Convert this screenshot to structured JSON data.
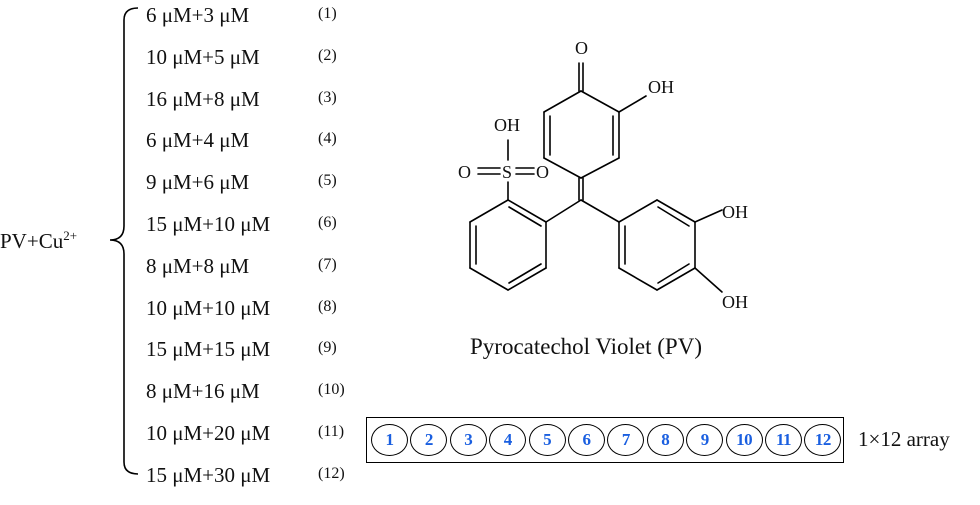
{
  "prefix": {
    "text": "PV+Cu",
    "sup": "2+"
  },
  "rows": [
    {
      "conc": "6 μM+3 μM",
      "num": "(1)"
    },
    {
      "conc": "10 μM+5 μM",
      "num": "(2)"
    },
    {
      "conc": "16 μM+8 μM",
      "num": "(3)"
    },
    {
      "conc": "6 μM+4 μM",
      "num": "(4)"
    },
    {
      "conc": "9 μM+6 μM",
      "num": "(5)"
    },
    {
      "conc": "15 μM+10 μM",
      "num": "(6)"
    },
    {
      "conc": "8 μM+8 μM",
      "num": "(7)"
    },
    {
      "conc": "10 μM+10 μM",
      "num": "(8)"
    },
    {
      "conc": "15 μM+15 μM",
      "num": "(9)"
    },
    {
      "conc": "8 μM+16 μM",
      "num": "(10)"
    },
    {
      "conc": "10 μM+20 μM",
      "num": "(11)"
    },
    {
      "conc": "15 μM+30 μM",
      "num": "(12)"
    }
  ],
  "molecule": {
    "name": "Pyrocatechol Violet (PV)",
    "labels": {
      "ketone_o": "O",
      "oh_top": "OH",
      "sulfonic_oh": "OH",
      "sulfur": "S",
      "o_left": "O",
      "o_right": "O",
      "oh_catechol_1": "OH",
      "oh_catechol_2": "OH"
    }
  },
  "array": {
    "wells": [
      "1",
      "2",
      "3",
      "4",
      "5",
      "6",
      "7",
      "8",
      "9",
      "10",
      "11",
      "12"
    ],
    "label": "1×12 array",
    "well_color": "#1a5fe0"
  }
}
